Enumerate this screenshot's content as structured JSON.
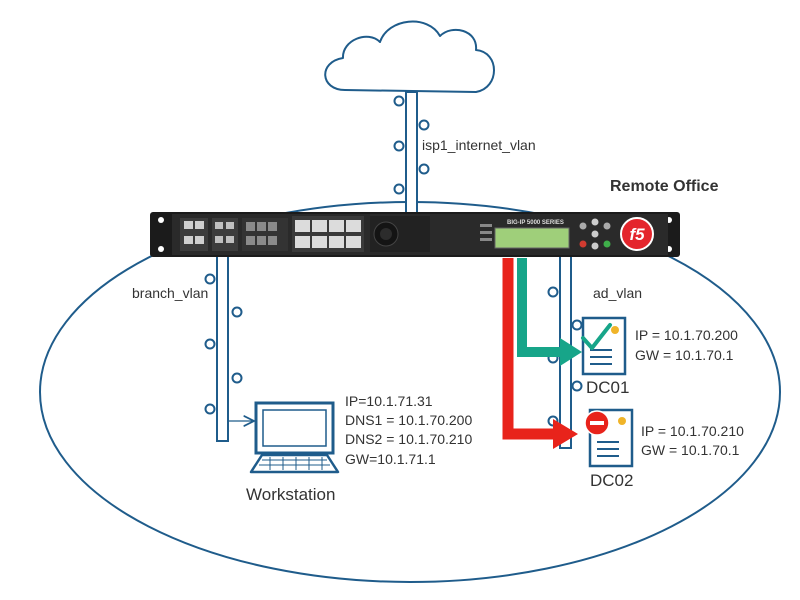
{
  "site_label": "Remote Office",
  "vlans": {
    "internet": "isp1_internet_vlan",
    "branch": "branch_vlan",
    "ad": "ad_vlan"
  },
  "device": {
    "model_text": "BIG-IP 5000 SERIES",
    "logo": "f5"
  },
  "workstation": {
    "name": "Workstation",
    "info": [
      "IP=10.1.71.31",
      "DNS1 = 10.1.70.200",
      "DNS2 = 10.1.70.210",
      "GW=10.1.71.1"
    ]
  },
  "dc01": {
    "name": "DC01",
    "info": [
      "IP = 10.1.70.200",
      "GW = 10.1.70.1"
    ],
    "status": "available",
    "status_icon": "check-icon"
  },
  "dc02": {
    "name": "DC02",
    "info": [
      "IP = 10.1.70.210",
      "GW = 10.1.70.1"
    ],
    "status": "unavailable",
    "status_icon": "minus-circle-icon"
  },
  "colors": {
    "line": "#1f5c8b",
    "ok_arrow": "#17a589",
    "fail_arrow": "#e8231b",
    "logo": "#e4252c"
  }
}
